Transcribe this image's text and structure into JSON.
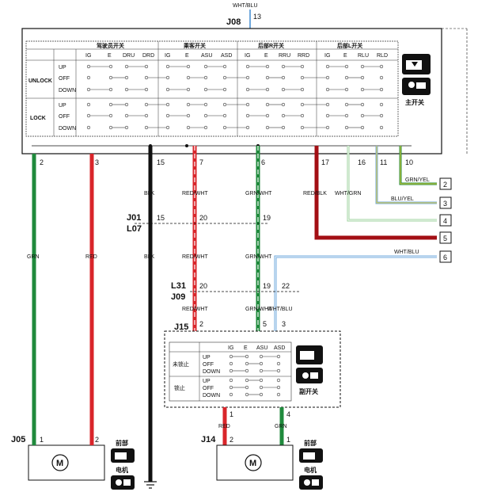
{
  "colors": {
    "green": "#1f8a3c",
    "red": "#d9252a",
    "black": "#111111",
    "light_green": "#9fd39f",
    "light_blue": "#6fa8dc",
    "dark_red": "#a30f14",
    "yellow": "#e8d23a",
    "white": "#ffffff"
  },
  "top": {
    "wire_label": "WHT/BLU",
    "pin": "13",
    "connector": "J08"
  },
  "main_switch": {
    "label": "主开关",
    "groups": [
      "驾驶员开关",
      "乘客开关",
      "后部R开关",
      "后部L开关"
    ],
    "columns": [
      "IG",
      "E",
      "DRU",
      "DRD",
      "IG",
      "E",
      "ASU",
      "ASD",
      "IG",
      "E",
      "RRU",
      "RRD",
      "IG",
      "E",
      "RLU",
      "RLD"
    ],
    "rows": {
      "unlock": {
        "label": "UNLOCK",
        "states": [
          "UP",
          "OFF",
          "DOWN"
        ]
      },
      "lock": {
        "label": "LOCK",
        "states": [
          "UP",
          "OFF",
          "DOWN"
        ]
      }
    },
    "pins": [
      "2",
      "3",
      "15",
      "7",
      "6",
      "17",
      "16",
      "11",
      "10"
    ]
  },
  "wires": {
    "w2": "GRN",
    "w3": "RED",
    "w15": "BLK",
    "w7": "RED/WHT",
    "w6": "GRN/WHT",
    "w17": "RED/BLK",
    "w16": "WHT/GRN",
    "w11": "BLU/YEL",
    "w10": "GRN/YEL",
    "w22": "WHT/BLU"
  },
  "outputs": [
    {
      "num": "2",
      "label": "GRN/YEL"
    },
    {
      "num": "3",
      "label": "BLU/YEL"
    },
    {
      "num": "4",
      "label": ""
    },
    {
      "num": "5",
      "label": ""
    },
    {
      "num": "6",
      "label": "WHT/BLU"
    }
  ],
  "joint_a": {
    "top": "J01",
    "bottom": "L07",
    "pin_blk": "15",
    "pin_rw": "20",
    "pin_gw": "19"
  },
  "joint_b": {
    "top": "L31",
    "bottom": "J09",
    "pin_rw": "20",
    "pin_gw": "19",
    "pin_wb": "22"
  },
  "sub_switch": {
    "connector": "J15",
    "label": "副开关",
    "pins": [
      "2",
      "5",
      "3"
    ],
    "columns": [
      "IG",
      "E",
      "ASU",
      "ASD"
    ],
    "rows": {
      "unlock": {
        "label": "未锁止",
        "states": [
          "UP",
          "OFF",
          "DOWN"
        ]
      },
      "lock": {
        "label": "锁止",
        "states": [
          "UP",
          "OFF",
          "DOWN"
        ]
      }
    },
    "out_pins": [
      "1",
      "4"
    ],
    "out_wires": [
      "RED",
      "GRN"
    ]
  },
  "motor_left": {
    "connector": "J05",
    "pins": [
      "1",
      "2"
    ],
    "title": "前部",
    "subtitle": "电机",
    "symbol": "M"
  },
  "motor_right": {
    "connector": "J14",
    "pins": [
      "2",
      "1"
    ],
    "title": "前部",
    "subtitle": "电机",
    "symbol": "M"
  }
}
